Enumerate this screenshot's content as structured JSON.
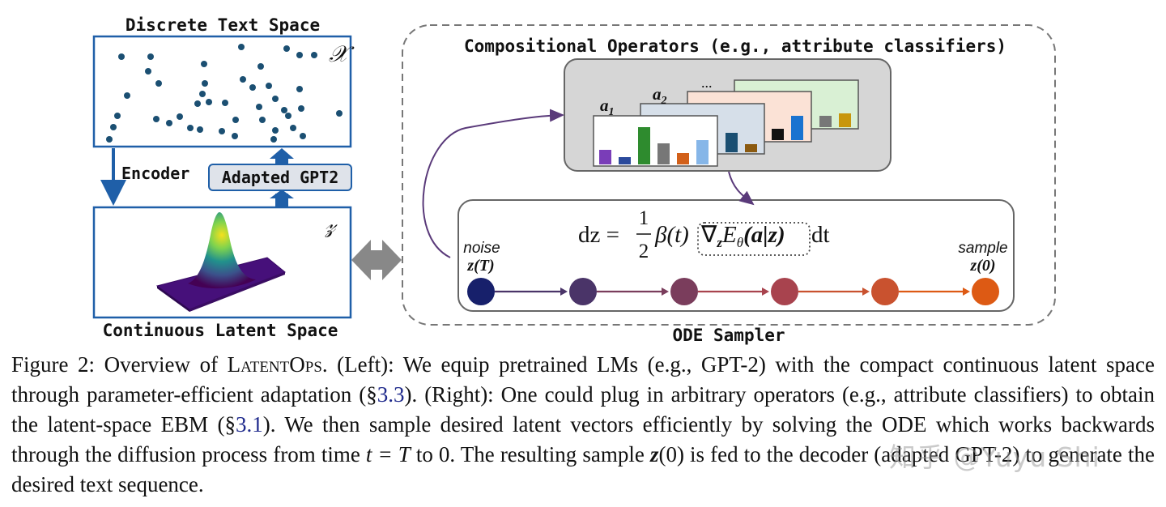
{
  "left": {
    "discrete_title": "Discrete Text Space",
    "x_symbol": "𝒳",
    "encoder_label": "Encoder",
    "gpt_label": "Adapted GPT2",
    "z_symbol": "𝓏",
    "latent_title": "Continuous Latent Space"
  },
  "right": {
    "operators_title": "Compositional Operators (e.g., attribute classifiers)",
    "a1": "a",
    "a1_sub": "1",
    "a2": "a",
    "a2_sub": "2",
    "dots": "...",
    "equation": {
      "lhs": "dz =",
      "frac_num": "1",
      "frac_den": "2",
      "beta": "β(t)",
      "grad": "∇",
      "grad_sub": "z",
      "energy": "E",
      "energy_sub": "θ",
      "arg": "(a|z)",
      "dt": "dt"
    },
    "noise_label": "noise",
    "noise_var": "z(T)",
    "sample_label": "sample",
    "sample_var": "z(0)",
    "sampler_title": "ODE Sampler"
  },
  "colors": {
    "blue": "#1f5fa8",
    "dot": "#1b4f72",
    "ode_nodes": [
      "#17206b",
      "#4a3468",
      "#7a3d5c",
      "#a8434e",
      "#c9522f",
      "#dd5a14"
    ],
    "bars_panel1": [
      "#7a3db8",
      "#2b4a9c",
      "#2e8b2e",
      "#777777",
      "#d2601a",
      "#86b6e8"
    ],
    "bars_panel2": [
      "#1b4f72",
      "#8b5a10"
    ],
    "bars_panel3": [
      "#111111",
      "#1a73d0"
    ],
    "bars_panel4": [
      "#777777",
      "#c8960c"
    ]
  },
  "caption": {
    "fig_label": "Figure 2: Overview of ",
    "name": "LatentOps",
    "part1": ". (Left): We equip pretrained LMs (e.g., GPT-2) with the compact continuous latent space through parameter-efficient adaptation (§",
    "ref1": "3.3",
    "part2": "). (Right): One could plug in arbitrary operators (e.g., attribute classifiers) to obtain the latent-space EBM (§",
    "ref2": "3.1",
    "part3": "). We then sample desired latent vectors efficiently by solving the ODE which works backwards through the diffusion process from time ",
    "t_eq": "t = T",
    "part4": " to 0. The resulting sample ",
    "z0": "z",
    "z0_arg": "(0)",
    "part5": " is fed to the decoder (adapted GPT-2) to generate the desired text sequence."
  },
  "watermark": "知乎 @Yuyu Shi"
}
